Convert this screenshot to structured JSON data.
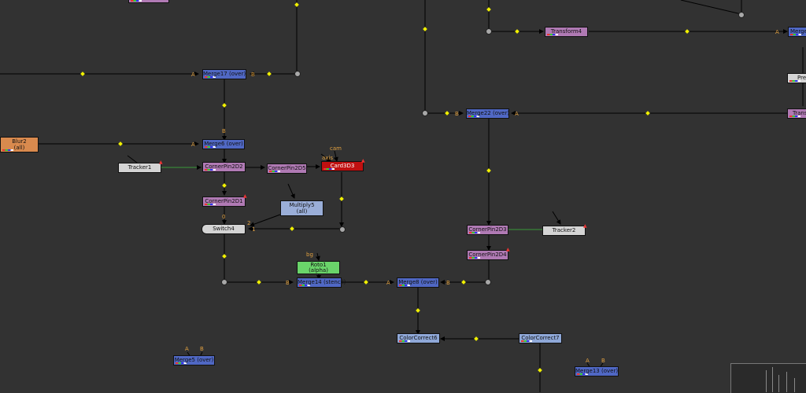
{
  "nodes": {
    "merge17": "Merge17 (over)",
    "blur2_line1": "Blur2",
    "blur2_line2": "(all)",
    "merge6": "Merge6 (over)",
    "tracker1": "Tracker1",
    "cornerpin2d2": "CornerPin2D2",
    "cornerpin2d5": "CornerPin2D5",
    "card3d3": "Card3D3",
    "cornerpin2d1": "CornerPin2D1",
    "multiply5_line1": "Multiply5",
    "multiply5_line2": "(all)",
    "switch4": "Switch4",
    "roto1_line1": "Roto1",
    "roto1_line2": "(alpha)",
    "merge14": "Merge14 (stencil)",
    "merge8": "Merge8 (over)",
    "colorcorrect6": "ColorCorrect6",
    "colorcorrect7": "ColorCorrect7",
    "merge5": "Merge5 (over)",
    "merge13": "Merge13 (over)",
    "merge22": "Merge22 (over)",
    "cornerpin2d3": "CornerPin2D3",
    "tracker2": "Tracker2",
    "cornerpin2d4": "CornerPin2D4",
    "transform4": "Transform4",
    "merge_right": "Merge",
    "pre_right": "Pre",
    "trans_right": "Trans"
  },
  "inputs": {
    "a": "A",
    "b": "B",
    "cam": "cam",
    "axis": "axis",
    "bg": "bg",
    "zero": "0",
    "one": "1",
    "two": "2"
  },
  "colors": {
    "background": "#323232",
    "merge": "#5068c4",
    "cornerpin": "#b07ab4",
    "tracker": "#d4d4d4",
    "card3d": "#c01010",
    "blur": "#d98a4e",
    "multiply": "#9aaed8",
    "roto": "#6ad46a",
    "colorcorrect": "#8fa8d8",
    "pipe": "#000000",
    "elbow_diamond": "#f0f000"
  }
}
